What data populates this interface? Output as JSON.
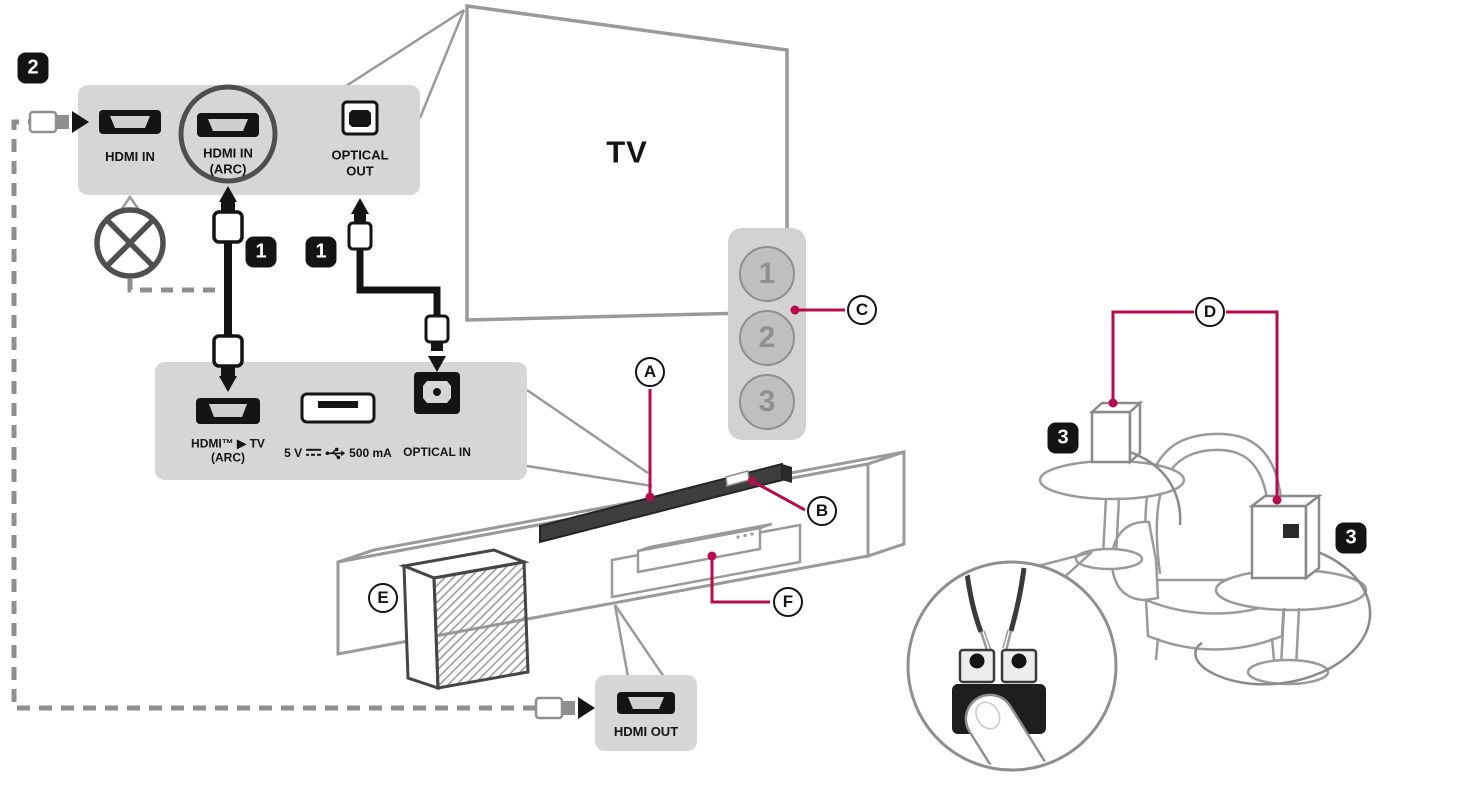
{
  "colors": {
    "accent": "#b60c4e",
    "panel_gray": "#d6d6d6",
    "line_gray": "#9a9a9a",
    "dark": "#141414"
  },
  "tv_rear_panel": {
    "hdmi_in_label": "HDMI IN",
    "hdmi_in_arc_label": "HDMI IN\n(ARC)",
    "optical_out_label": "OPTICAL\nOUT"
  },
  "tv": {
    "label": "TV"
  },
  "tv_side_buttons": {
    "button_1": "1",
    "button_2": "2",
    "button_3": "3"
  },
  "soundbar_rear_panel": {
    "hdmi_arc_label": "HDMI™ ▶ TV\n(ARC)",
    "usb_label_voltage": "5 V",
    "usb_label_current": "500 mA",
    "optical_in_label": "OPTICAL IN"
  },
  "soundbar_bottom_panel": {
    "hdmi_out_label": "HDMI OUT"
  },
  "step_badges": {
    "hdmi_arc_cable": "1",
    "optical_cable": "1",
    "hdmi_out_cable": "2",
    "left_speaker": "3",
    "right_speaker": "3"
  },
  "callout_labels": {
    "soundbar": "A",
    "soundbar_display": "B",
    "tv_buttons": "C",
    "rear_speakers": "D",
    "subwoofer": "E",
    "set_top_box": "F"
  }
}
